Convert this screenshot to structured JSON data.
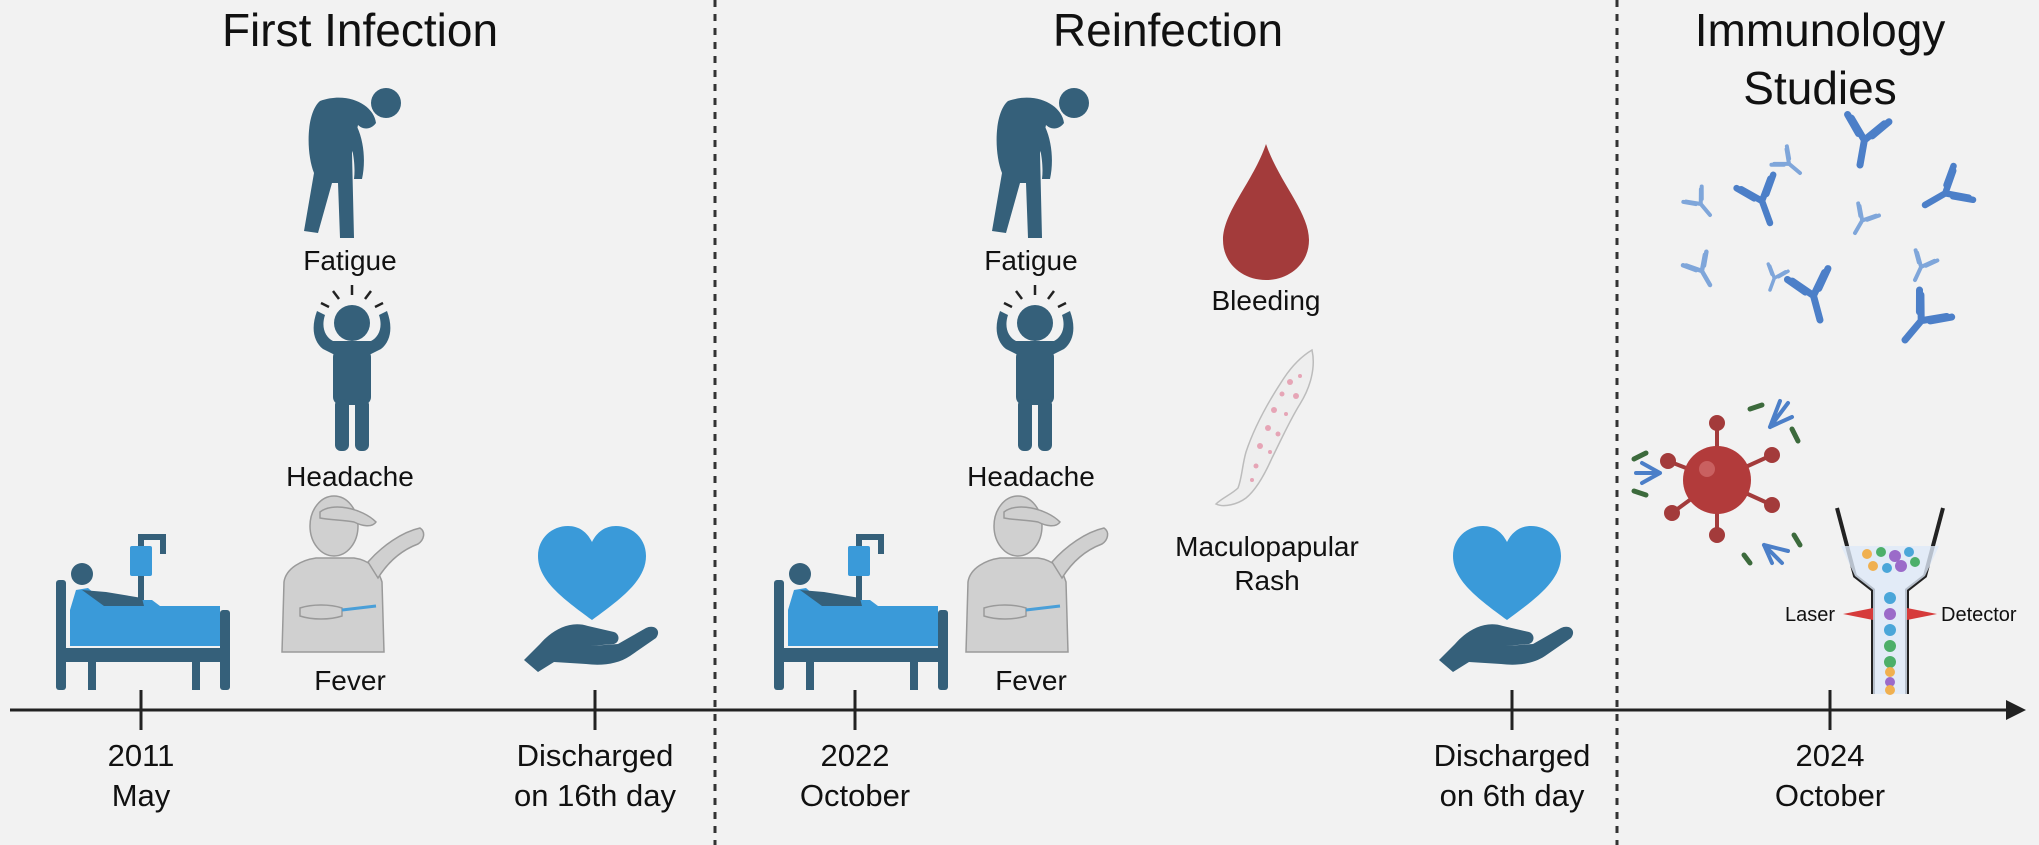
{
  "sections": {
    "first": {
      "title": "First Infection"
    },
    "reinfection": {
      "title": "Reinfection"
    },
    "immunology": {
      "title_line1": "Immunology",
      "title_line2": "Studies"
    }
  },
  "symptoms": {
    "fatigue_1": "Fatigue",
    "headache_1": "Headache",
    "fever_1": "Fever",
    "fatigue_2": "Fatigue",
    "headache_2": "Headache",
    "fever_2": "Fever",
    "bleeding": "Bleeding",
    "rash_line1": "Maculopapular",
    "rash_line2": "Rash"
  },
  "timeline": {
    "t1": {
      "line1": "2011",
      "line2": "May"
    },
    "t2": {
      "line1": "Discharged",
      "line2": "on 16th day"
    },
    "t3": {
      "line1": "2022",
      "line2": "October"
    },
    "t4": {
      "line1": "Discharged",
      "line2": "on 6th day"
    },
    "t5": {
      "line1": "2024",
      "line2": "October"
    }
  },
  "flow": {
    "laser": "Laser",
    "detector": "Detector"
  },
  "colors": {
    "background": "#f2f2f2",
    "person": "#35607a",
    "bed_blue": "#3a9ad9",
    "heart": "#3a9ad9",
    "blood": "#a33b3b",
    "virus": "#b23b3b",
    "antibody": "#4c7fc8",
    "antibody_light": "#7fa6da",
    "divider": "#333333",
    "axis": "#222222"
  },
  "icons": [
    "bed-icon",
    "fatigue-person-icon",
    "headache-person-icon",
    "fever-person-icon",
    "heart-hand-icon",
    "blood-drop-icon",
    "rash-arm-icon",
    "antibodies-icon",
    "virus-antibody-icon",
    "flow-cytometer-icon"
  ]
}
